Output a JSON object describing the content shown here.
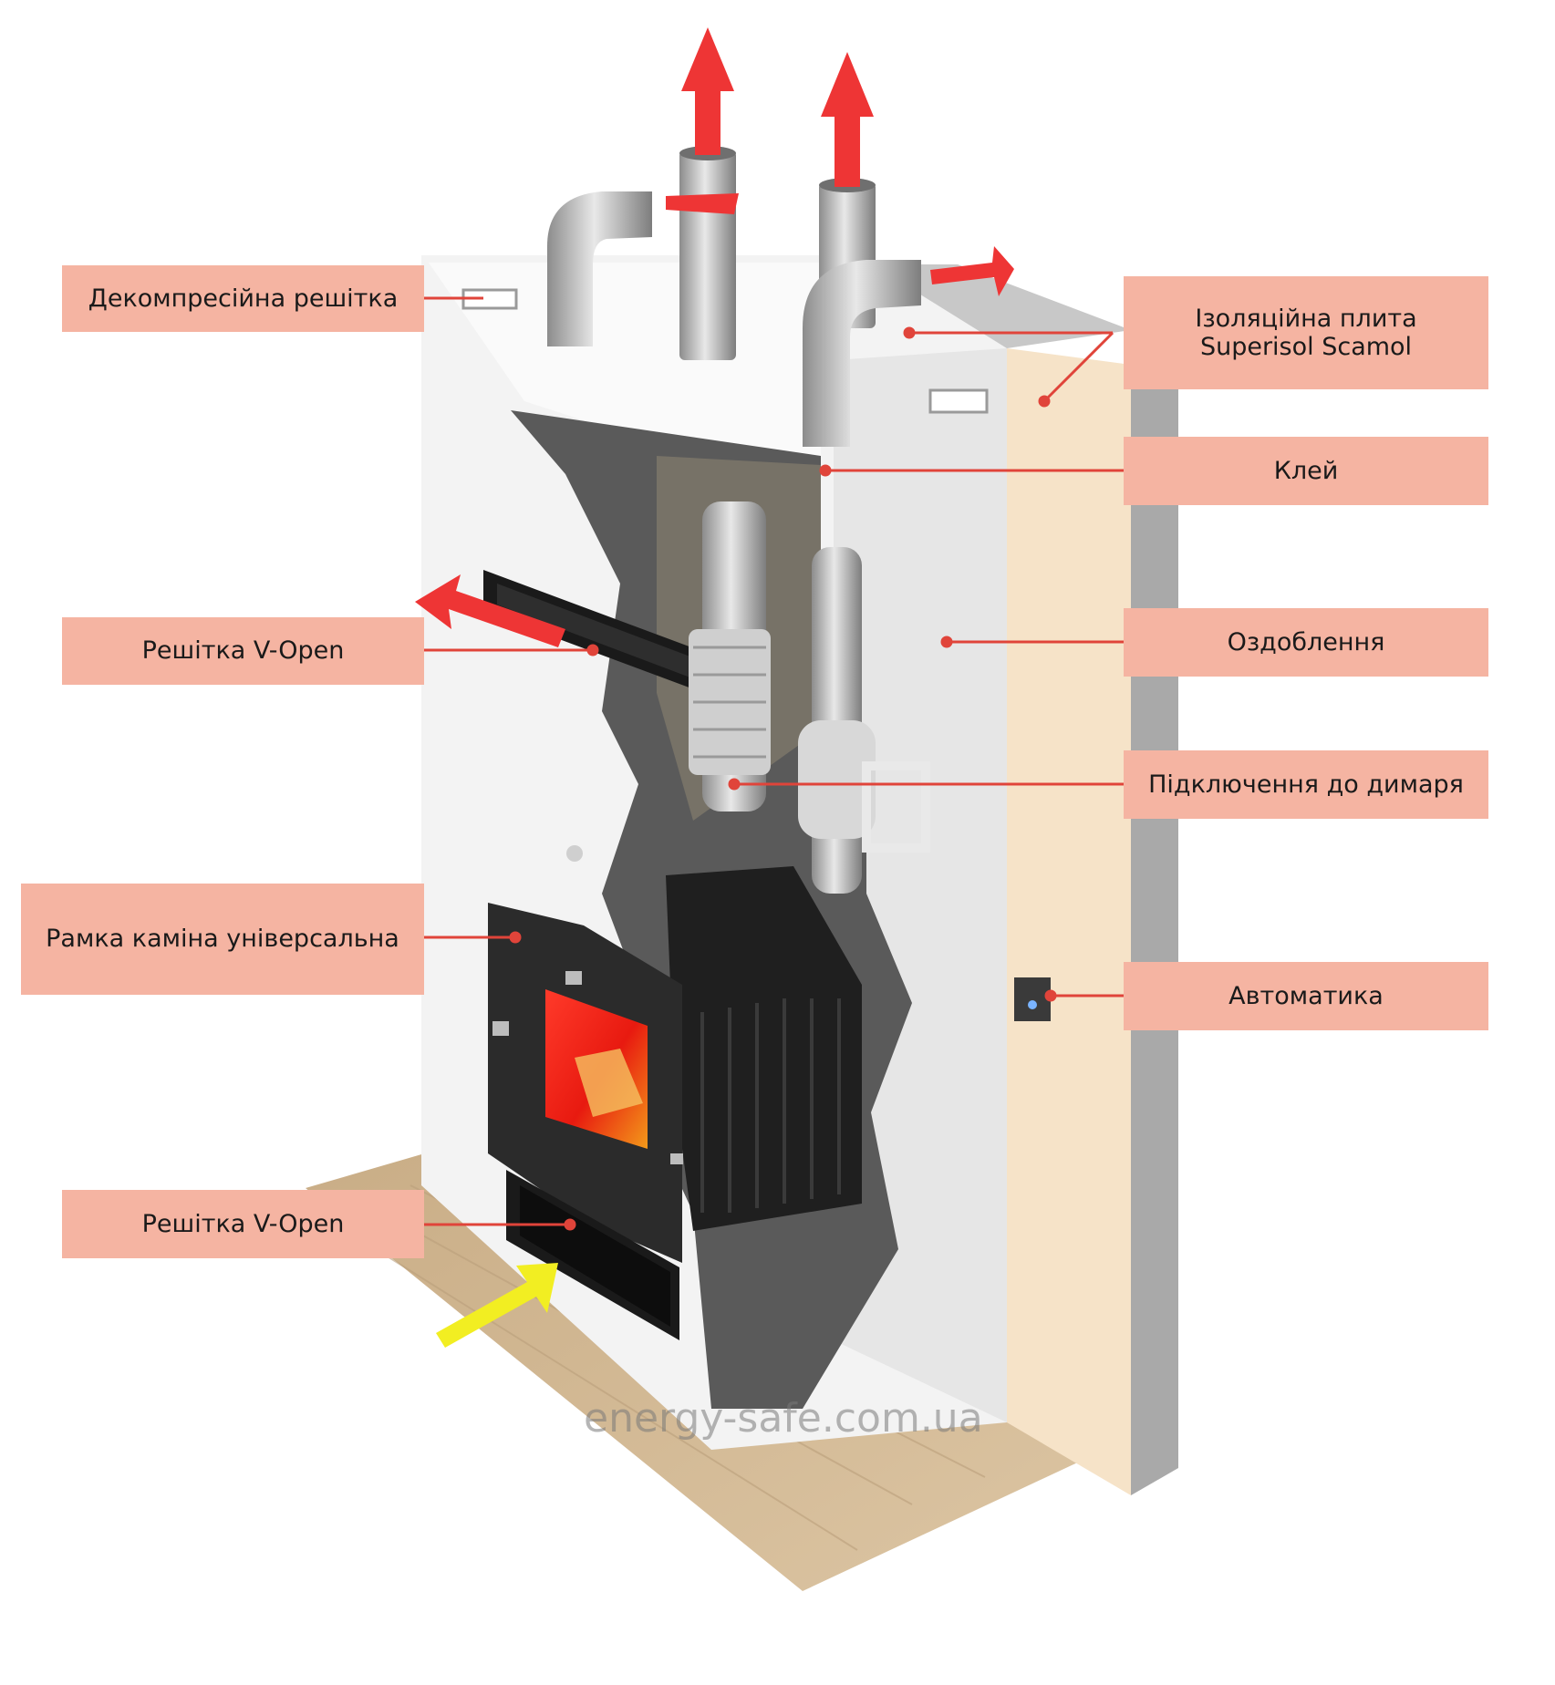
{
  "callouts": [
    {
      "id": "decompression-grille",
      "lines": [
        "Декомпресійна решітка"
      ]
    },
    {
      "id": "insulation-board",
      "lines": [
        "Ізоляційна плита",
        "Superisol Scamol"
      ]
    },
    {
      "id": "glue",
      "lines": [
        "Клей"
      ]
    },
    {
      "id": "v-open-grille-top",
      "lines": [
        "Решітка V-Open"
      ]
    },
    {
      "id": "finishing",
      "lines": [
        "Оздоблення"
      ]
    },
    {
      "id": "chimney-connection",
      "lines": [
        "Підключення до димаря"
      ]
    },
    {
      "id": "universal-frame",
      "lines": [
        "Рамка каміна універсальна"
      ]
    },
    {
      "id": "automation",
      "lines": [
        "Автоматика"
      ]
    },
    {
      "id": "v-open-grille-bottom",
      "lines": [
        "Решітка V-Open"
      ]
    }
  ],
  "watermark": "energy-safe.com.ua",
  "colors": {
    "label_bg": "#f5b4a2",
    "leader": "#e0443a",
    "hot_air_arrow": "#ee3535",
    "cold_air_arrow": "#f2ee22",
    "floor": "#d4b995",
    "wall_concrete": "#a9a9a9",
    "wall_plaster": "#f6e3c8"
  }
}
